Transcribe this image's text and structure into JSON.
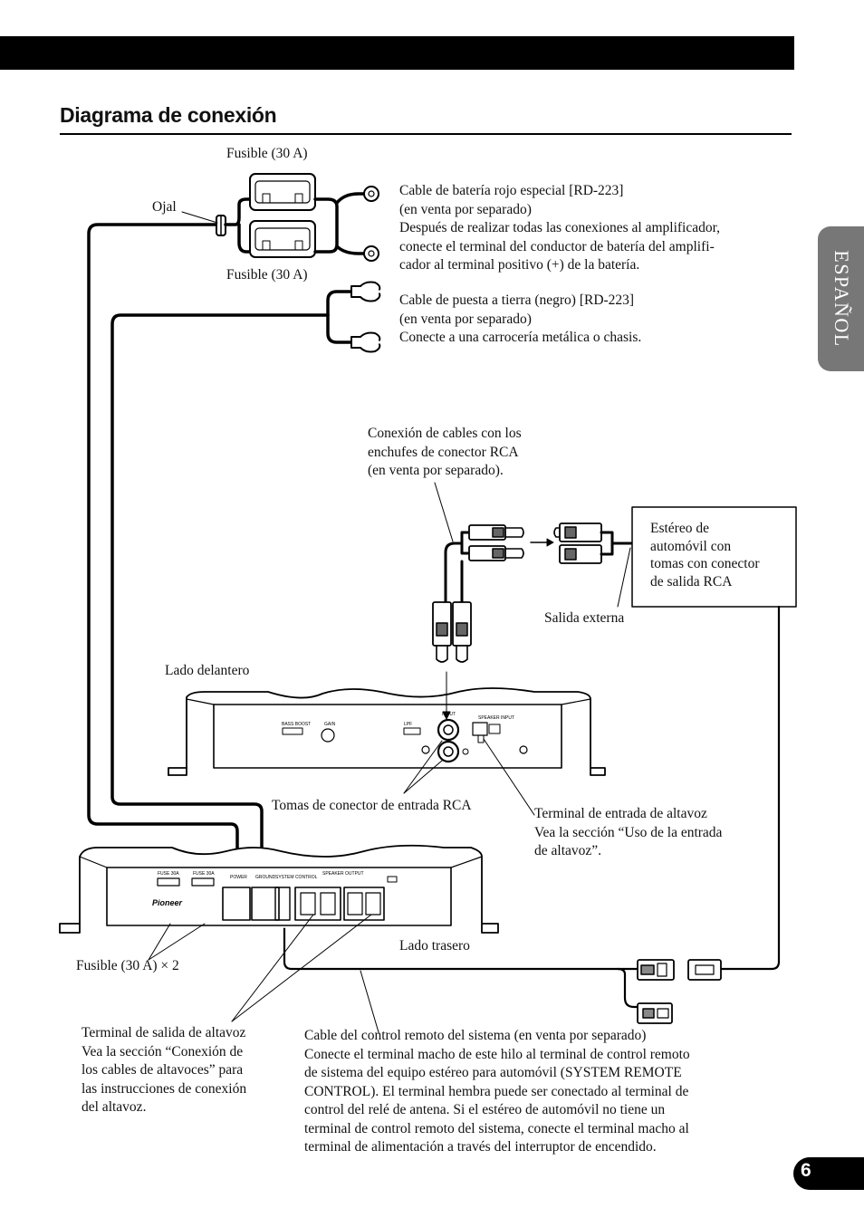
{
  "header": {
    "title": "Diagrama de conexión"
  },
  "side_tab": {
    "language": "ESPAÑOL"
  },
  "page_number": "6",
  "amp_labels": {
    "fuse_a": "FUSE 30A",
    "fuse_b": "FUSE 30A",
    "power": "POWER",
    "ground": "GROUND",
    "system_control": "SYSTEM CONTROL",
    "speaker_output": "SPEAKER OUTPUT",
    "bass_boost": "BASS BOOST",
    "gain": "GAIN",
    "lpf": "LPF",
    "input": "INPUT",
    "speaker_input": "SPEAKER INPUT",
    "brand": "Pioneer"
  },
  "labels": {
    "fuse_top": "Fusible (30 A)",
    "fuse_bottom": "Fusible (30 A)",
    "ojal": "Ojal",
    "battery_cable": [
      "Cable de batería rojo especial [RD-223]",
      "(en venta por separado)",
      "Después de realizar todas las conexiones al amplificador,",
      "conecte el terminal del conductor de batería del amplifi-",
      "cador al terminal positivo (+) de la batería."
    ],
    "ground_cable": [
      "Cable de puesta a tierra (negro) [RD-223]",
      "(en venta por separado)",
      "Conecte a una carrocería metálica o chasis."
    ],
    "rca_connection": [
      "Conexión de cables con los",
      "enchufes de conector RCA",
      "(en venta por separado)."
    ],
    "car_stereo": [
      "Estéreo de",
      "automóvil con",
      "tomas con conector",
      "de salida RCA"
    ],
    "salida_externa": "Salida externa",
    "lado_delantero": "Lado delantero",
    "rca_input_jacks": "Tomas de conector de entrada RCA",
    "speaker_input_terminal": [
      "Terminal de entrada de altavoz",
      "Vea la sección “Uso de la entrada",
      "de altavoz”."
    ],
    "lado_trasero": "Lado trasero",
    "fuse_x2": "Fusible (30 A) × 2",
    "speaker_output_terminal": [
      "Terminal de salida de altavoz",
      "Vea la sección “Conexión de",
      "los cables de altavoces” para",
      "las instrucciones de conexión",
      "del altavoz."
    ],
    "remote_cable": [
      "Cable del control remoto del sistema (en venta por separado)",
      "Conecte el terminal macho de este hilo al terminal de control remoto",
      "de sistema del equipo estéreo para automóvil (SYSTEM REMOTE",
      "CONTROL). El terminal hembra puede ser conectado al terminal de",
      "control del relé de antena. Si el estéreo de automóvil no tiene un",
      "terminal de control remoto del sistema, conecte el terminal macho al",
      "terminal de alimentación a través del interruptor de encendido."
    ]
  }
}
